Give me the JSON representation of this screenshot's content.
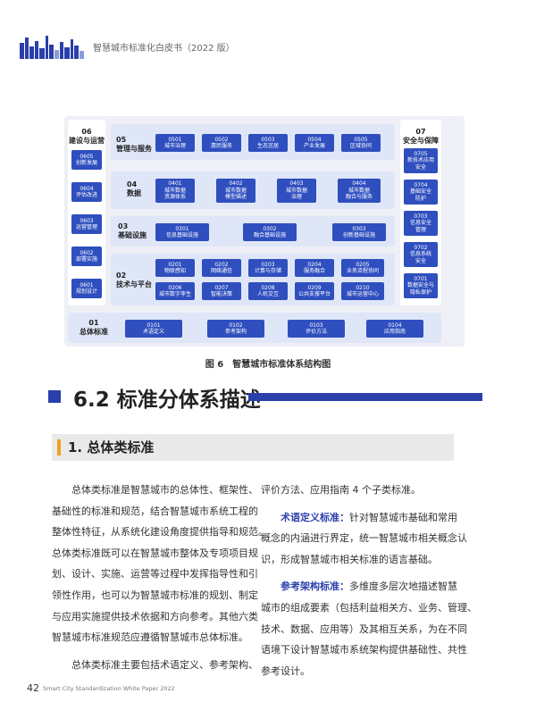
{
  "header": {
    "title": "智慧城市标准化白皮书（2022 版）"
  },
  "diagram": {
    "left_column": {
      "label_num": "06",
      "label_text": "建设与运营",
      "items": [
        {
          "code": "0605",
          "lines": [
            "创新发展"
          ]
        },
        {
          "code": "0604",
          "lines": [
            "评估改进"
          ]
        },
        {
          "code": "0603",
          "lines": [
            "运营管理"
          ]
        },
        {
          "code": "0602",
          "lines": [
            "部署实施"
          ]
        },
        {
          "code": "0601",
          "lines": [
            "规划设计"
          ]
        }
      ]
    },
    "right_column": {
      "label_num": "07",
      "label_text": "安全与保障",
      "items": [
        {
          "code": "0705",
          "lines": [
            "新技术应用",
            "安全"
          ]
        },
        {
          "code": "0704",
          "lines": [
            "基础安全",
            "防护"
          ]
        },
        {
          "code": "0703",
          "lines": [
            "信息安全",
            "管理"
          ]
        },
        {
          "code": "0702",
          "lines": [
            "信息系统",
            "安全"
          ]
        },
        {
          "code": "0701",
          "lines": [
            "数据安全与",
            "隐私保护"
          ]
        }
      ]
    },
    "band05": {
      "num": "05",
      "text": "管理与服务",
      "items": [
        {
          "code": "0501",
          "lines": [
            "城市治理"
          ]
        },
        {
          "code": "0502",
          "lines": [
            "惠民服务"
          ]
        },
        {
          "code": "0503",
          "lines": [
            "生态宜居"
          ]
        },
        {
          "code": "0504",
          "lines": [
            "产业发展"
          ]
        },
        {
          "code": "0505",
          "lines": [
            "区域协同"
          ]
        }
      ]
    },
    "band04": {
      "num": "04",
      "text": "数据",
      "items": [
        {
          "code": "0401",
          "lines": [
            "城市数据",
            "资源体系"
          ]
        },
        {
          "code": "0402",
          "lines": [
            "城市数据",
            "模型描述"
          ]
        },
        {
          "code": "0403",
          "lines": [
            "城市数据",
            "治理"
          ]
        },
        {
          "code": "0404",
          "lines": [
            "城市数据",
            "融合与服务"
          ]
        }
      ]
    },
    "band03": {
      "num": "03",
      "text": "基础设施",
      "items": [
        {
          "code": "0301",
          "lines": [
            "信息基础设施"
          ]
        },
        {
          "code": "0302",
          "lines": [
            "融合基础设施"
          ]
        },
        {
          "code": "0303",
          "lines": [
            "创新基础设施"
          ]
        }
      ]
    },
    "band02": {
      "num": "02",
      "text": "技术与平台",
      "row1": [
        {
          "code": "0201",
          "lines": [
            "物联感知"
          ]
        },
        {
          "code": "0202",
          "lines": [
            "网络通信"
          ]
        },
        {
          "code": "0203",
          "lines": [
            "计算与存储"
          ]
        },
        {
          "code": "0204",
          "lines": [
            "服务融合"
          ]
        },
        {
          "code": "0205",
          "lines": [
            "业务流程协同"
          ]
        }
      ],
      "row2": [
        {
          "code": "0206",
          "lines": [
            "城市数字孪生"
          ]
        },
        {
          "code": "0207",
          "lines": [
            "智能决策"
          ]
        },
        {
          "code": "0208",
          "lines": [
            "人机交互"
          ]
        },
        {
          "code": "0209",
          "lines": [
            "公共支撑平台"
          ]
        },
        {
          "code": "0210",
          "lines": [
            "城市运营中心"
          ]
        }
      ]
    },
    "band01": {
      "num": "01",
      "text": "总体标准",
      "items": [
        {
          "code": "0101",
          "lines": [
            "术语定义"
          ]
        },
        {
          "code": "0102",
          "lines": [
            "参考架构"
          ]
        },
        {
          "code": "0103",
          "lines": [
            "评价方法"
          ]
        },
        {
          "code": "0104",
          "lines": [
            "应用指南"
          ]
        }
      ]
    }
  },
  "figure_caption": "图 6　智慧城市标准体系结构图",
  "section": {
    "title": "6.2 标准分体系描述"
  },
  "subsection": {
    "title": "1. 总体类标准"
  },
  "left_col": {
    "p1": [
      "总体类标准是智慧城市的总体性、框架性、",
      "基础性的标准和规范，结合智慧城市系统工程的",
      "整体性特征，从系统化建设角度提供指导和规范。",
      "总体类标准既可以在智慧城市整体及专项项目规",
      "划、设计、实施、运营等过程中发挥指导性和引",
      "领性作用，也可以为智慧城市标准的规划、制定",
      "与应用实施提供技术依据和方向参考。其他六类",
      "智慧城市标准规范应遵循智慧城市总体标准。"
    ],
    "p2": [
      "总体类标准主要包括术语定义、参考架构、"
    ]
  },
  "right_col": {
    "p0": [
      "评价方法、应用指南 4 个子类标准。"
    ],
    "p1": {
      "term": "术语定义标准：",
      "first": "针对智慧城市基础和常用",
      "rest": [
        "概念的内涵进行界定，统一智慧城市相关概念认",
        "识，形成智慧城市相关标准的语言基础。"
      ]
    },
    "p2": {
      "term": "参考架构标准：",
      "first": "多维度多层次地描述智慧",
      "rest": [
        "城市的组成要素（包括利益相关方、业务、管理、",
        "技术、数据、应用等）及其相互关系，为在不同",
        "语境下设计智慧城市系统架构提供基础性、共性",
        "参考设计。"
      ]
    }
  },
  "footer": {
    "page": "42",
    "text": "Smart City Standardization White Paper 2022"
  },
  "colors": {
    "accent": "#2a3faa",
    "chip": "#2f4fbf",
    "band": "#dfe6f8",
    "orange": "#f0a020"
  }
}
